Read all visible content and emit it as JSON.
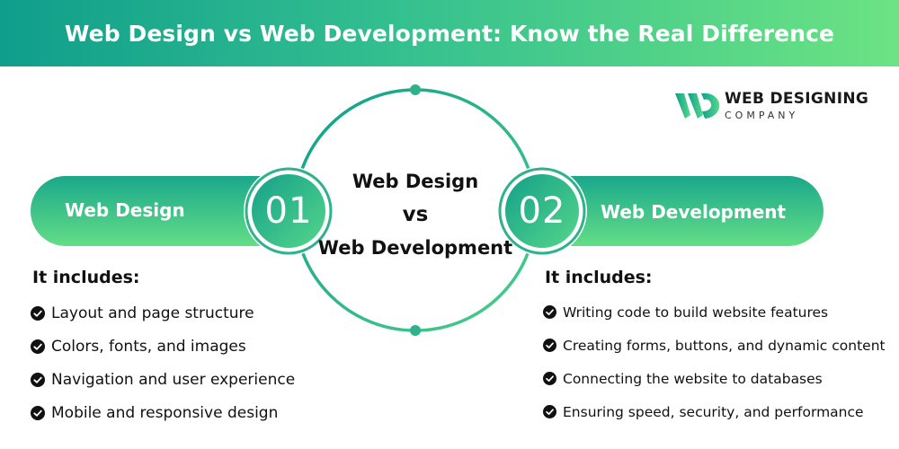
{
  "title": "Web Design vs Web Development: Know the Real Difference",
  "logo": {
    "line1": "WEB DESIGNING",
    "line2": "COMPANY"
  },
  "center": {
    "line1": "Web Design",
    "line2": "vs",
    "line3": "Web Development"
  },
  "left": {
    "number": "01",
    "label": "Web Design",
    "list_title": "It includes:",
    "items": [
      "Layout and page structure",
      "Colors, fonts, and images",
      "Navigation and user experience",
      "Mobile and responsive design"
    ]
  },
  "right": {
    "number": "02",
    "label": "Web Development",
    "list_title": "It includes:",
    "items": [
      "Writing code to build website features",
      "Creating forms, buttons, and dynamic content",
      "Connecting the website to databases",
      "Ensuring speed, security, and performance"
    ]
  },
  "colors": {
    "teal": "#0f9e8c",
    "green": "#6ce383",
    "mid": "#2fb28c"
  },
  "icons": {
    "bullet": "check-circle-icon",
    "logo": "wdc-logo-icon"
  }
}
